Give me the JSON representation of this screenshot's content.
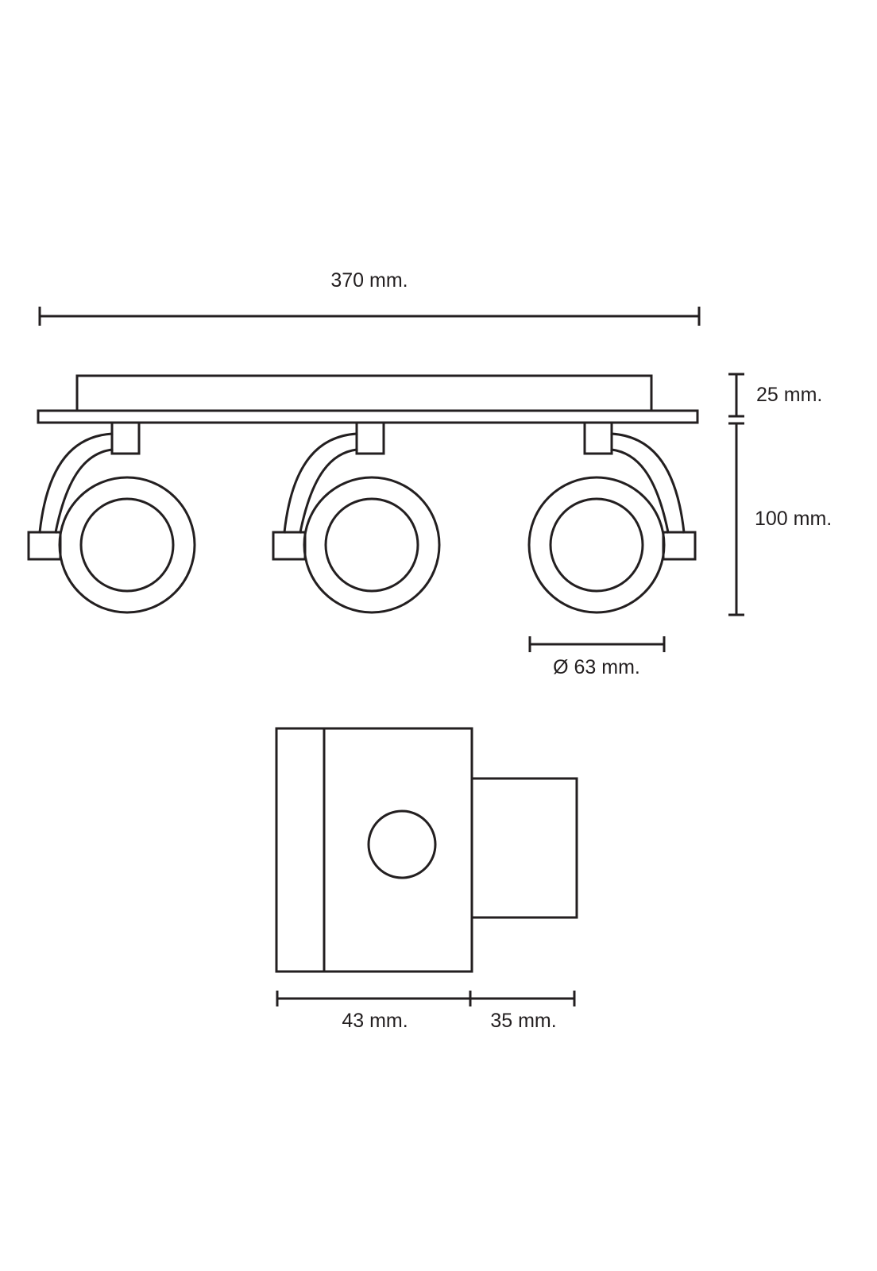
{
  "front_view": {
    "width_label": "370 mm.",
    "base_height_label": "25 mm.",
    "total_height_label": "100 mm.",
    "lamp_diameter_label": "Ø 63 mm.",
    "spotlight_count": 3
  },
  "side_view": {
    "body_depth_label": "43 mm.",
    "mount_depth_label": "35 mm."
  }
}
